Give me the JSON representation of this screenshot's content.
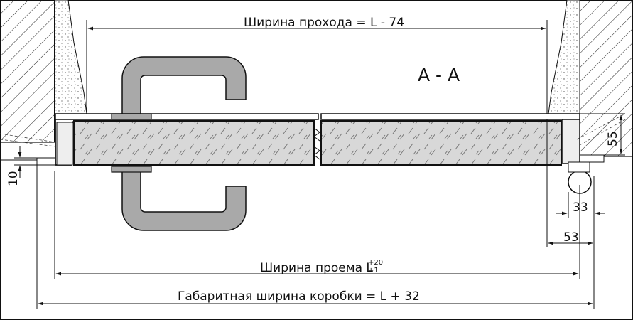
{
  "section": {
    "label": "A - A"
  },
  "dimensions": {
    "passage_width": "Ширина прохода =  L - 74",
    "opening_width_prefix": "Ширина проема L",
    "opening_tol_upper": "+20",
    "opening_tol_lower": "+1",
    "frame_width": "Габаритная ширина коробки = L + 32",
    "dim_10": "10",
    "dim_33": "33",
    "dim_53": "53",
    "dim_55": "55"
  },
  "colors": {
    "handle": "#a9a9a9",
    "door_leaf": "#d8d8d8",
    "line": "#111111",
    "background": "#ffffff"
  }
}
